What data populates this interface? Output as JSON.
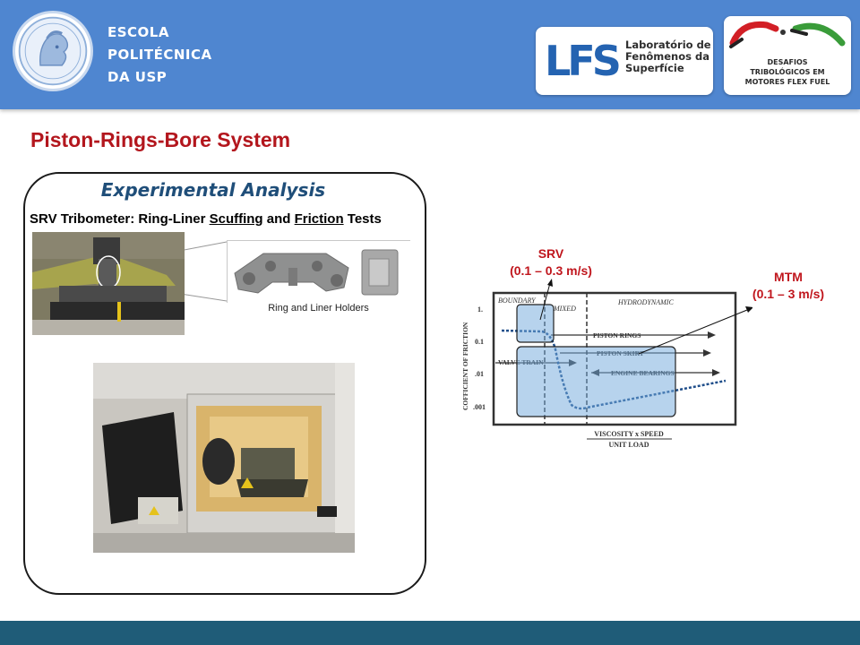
{
  "header": {
    "school_line1": "ESCOLA",
    "school_line2": "POLITÉCNICA",
    "school_line3": "DA USP",
    "lfs_mark": "LFS",
    "lfs_line1": "Laboratório de",
    "lfs_line2": "Fenômenos da",
    "lfs_line3": "Superfície",
    "desafios_line1": "DESAFIOS",
    "desafios_line2": "TRIBOLÓGICOS EM",
    "desafios_line3": "MOTORES FLEX FUEL",
    "colors": {
      "band": "#4f86d0",
      "lfs_blue": "#2463b1",
      "pump_red": "#d21f26",
      "pump_green": "#3a9c3a"
    }
  },
  "title": "Piston-Rings-Bore System",
  "panel": {
    "heading": "Experimental Analysis",
    "tests_prefix": "SRV Tribometer: Ring-Liner ",
    "tests_scuffing": "Scuffing",
    "tests_and": " and ",
    "tests_friction": "Friction",
    "tests_suffix": " Tests",
    "holders_caption": "Ring and Liner Holders"
  },
  "diagram": {
    "srv_title": "SRV",
    "srv_range": "(0.1 – 0.3 m/s)",
    "mtm_title": "MTM",
    "mtm_range": "(0.1 – 3 m/s)",
    "regime_boundary": "BOUNDARY",
    "regime_mixed": "MIXED",
    "regime_hydro": "HYDRODYNAMIC",
    "ylabel": "COFFICIENT OF FRICTION",
    "yticks": [
      "1.",
      "0.1",
      ".01",
      ".001"
    ],
    "xlabel_top": "VISCOSITY x SPEED",
    "xlabel_bottom": "UNIT LOAD",
    "components": [
      "PISTON RINGS",
      "PISTON SKIRT",
      "VALVE TRAIN",
      "ENGINE BEARINGS"
    ]
  },
  "footer": {
    "color": "#1f5c78"
  }
}
